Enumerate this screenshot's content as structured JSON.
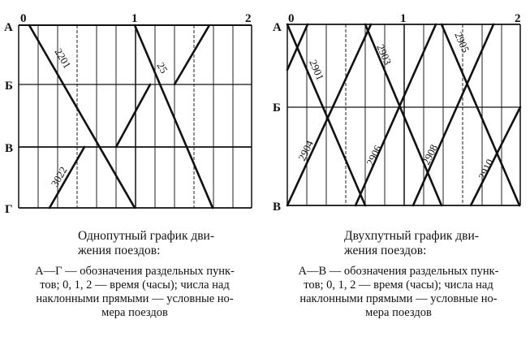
{
  "left": {
    "title": "Однопутный график движения поездов:",
    "title_line1": "Однопутный график дви-",
    "title_line2": "жения поездов:",
    "description": "А—Г — обозначения раздельных пунктов; 0, 1, 2 — время (часы); числа над наклонными прямыми — условные номера поездов",
    "desc_line1": "А—Г — обозначения раздельных пунк-",
    "desc_line2": "тов; 0, 1, 2 — время (часы); числа над",
    "desc_line3": "наклонными прямыми — условные но-",
    "desc_line4": "мера поездов"
  },
  "right": {
    "title": "Двухпутный график движения поездов:",
    "title_line1": "Двухпутный график дви-",
    "title_line2": "жения поездов:",
    "description": "А—В — обозначения раздельных пунктов; 0, 1, 2 — время (часы); числа над наклонными прямыми — условные номера поездов",
    "desc_line1": "А—В — обозначения раздельных пунк-",
    "desc_line2": "тов; 0, 1, 2 — время (часы); числа над",
    "desc_line3": "наклонными прямыми — условные но-",
    "desc_line4": "мера поездов"
  },
  "chart_data": [
    {
      "type": "line",
      "title": "Однопутный график движения поездов",
      "xlabel": "время (часы)",
      "ylabel": "раздельные пункты",
      "x_ticks": [
        "0",
        "1",
        "2"
      ],
      "xlim": [
        0,
        2
      ],
      "grid_minutes": 10,
      "stations": [
        "А",
        "Б",
        "В",
        "Г"
      ],
      "series": [
        {
          "name": "2201",
          "points": [
            [
              0.05,
              "А"
            ],
            [
              1.0,
              "Г"
            ]
          ]
        },
        {
          "name": "25",
          "points": [
            [
              1.0,
              "А"
            ],
            [
              1.67,
              "Г"
            ]
          ]
        },
        {
          "name": "3022",
          "points": [
            [
              0.27,
              "Г"
            ],
            [
              0.57,
              "В"
            ]
          ]
        },
        {
          "name": "unlabeled-1",
          "points": [
            [
              0.83,
              "В"
            ],
            [
              1.13,
              "Б"
            ]
          ]
        },
        {
          "name": "unlabeled-2",
          "points": [
            [
              1.33,
              "Б"
            ],
            [
              1.63,
              "А"
            ]
          ]
        }
      ]
    },
    {
      "type": "line",
      "title": "Двухпутный график движения поездов",
      "xlabel": "время (часы)",
      "ylabel": "раздельные пункты",
      "x_ticks": [
        "0",
        "1",
        "2"
      ],
      "xlim": [
        0,
        2
      ],
      "grid_minutes": 10,
      "stations": [
        "А",
        "Б",
        "В"
      ],
      "series": [
        {
          "name": "2901",
          "points": [
            [
              0.0,
              "А"
            ],
            [
              0.67,
              "В"
            ]
          ]
        },
        {
          "name": "2903",
          "points": [
            [
              0.67,
              "А"
            ],
            [
              1.33,
              "В"
            ]
          ]
        },
        {
          "name": "2905",
          "points": [
            [
              1.33,
              "А"
            ],
            [
              2.0,
              "В"
            ]
          ]
        },
        {
          "name": "2904",
          "points": [
            [
              0.0,
              "В"
            ],
            [
              0.67,
              "А"
            ]
          ]
        },
        {
          "name": "2906",
          "points": [
            [
              0.6,
              "В"
            ],
            [
              1.27,
              "А"
            ]
          ]
        },
        {
          "name": "2908",
          "points": [
            [
              1.1,
              "В"
            ],
            [
              1.8,
              "А"
            ]
          ]
        },
        {
          "name": "2910",
          "points": [
            [
              1.6,
              "В"
            ],
            [
              2.0,
              "Б"
            ]
          ]
        },
        {
          "name": "unlabeled-a",
          "points": [
            [
              0.0,
              "mid-А-Б"
            ],
            [
              0.17,
              "А"
            ]
          ]
        },
        {
          "name": "unlabeled-b",
          "points": [
            [
              0.6,
              "В"
            ],
            [
              0.67,
              "В"
            ]
          ]
        }
      ]
    }
  ]
}
